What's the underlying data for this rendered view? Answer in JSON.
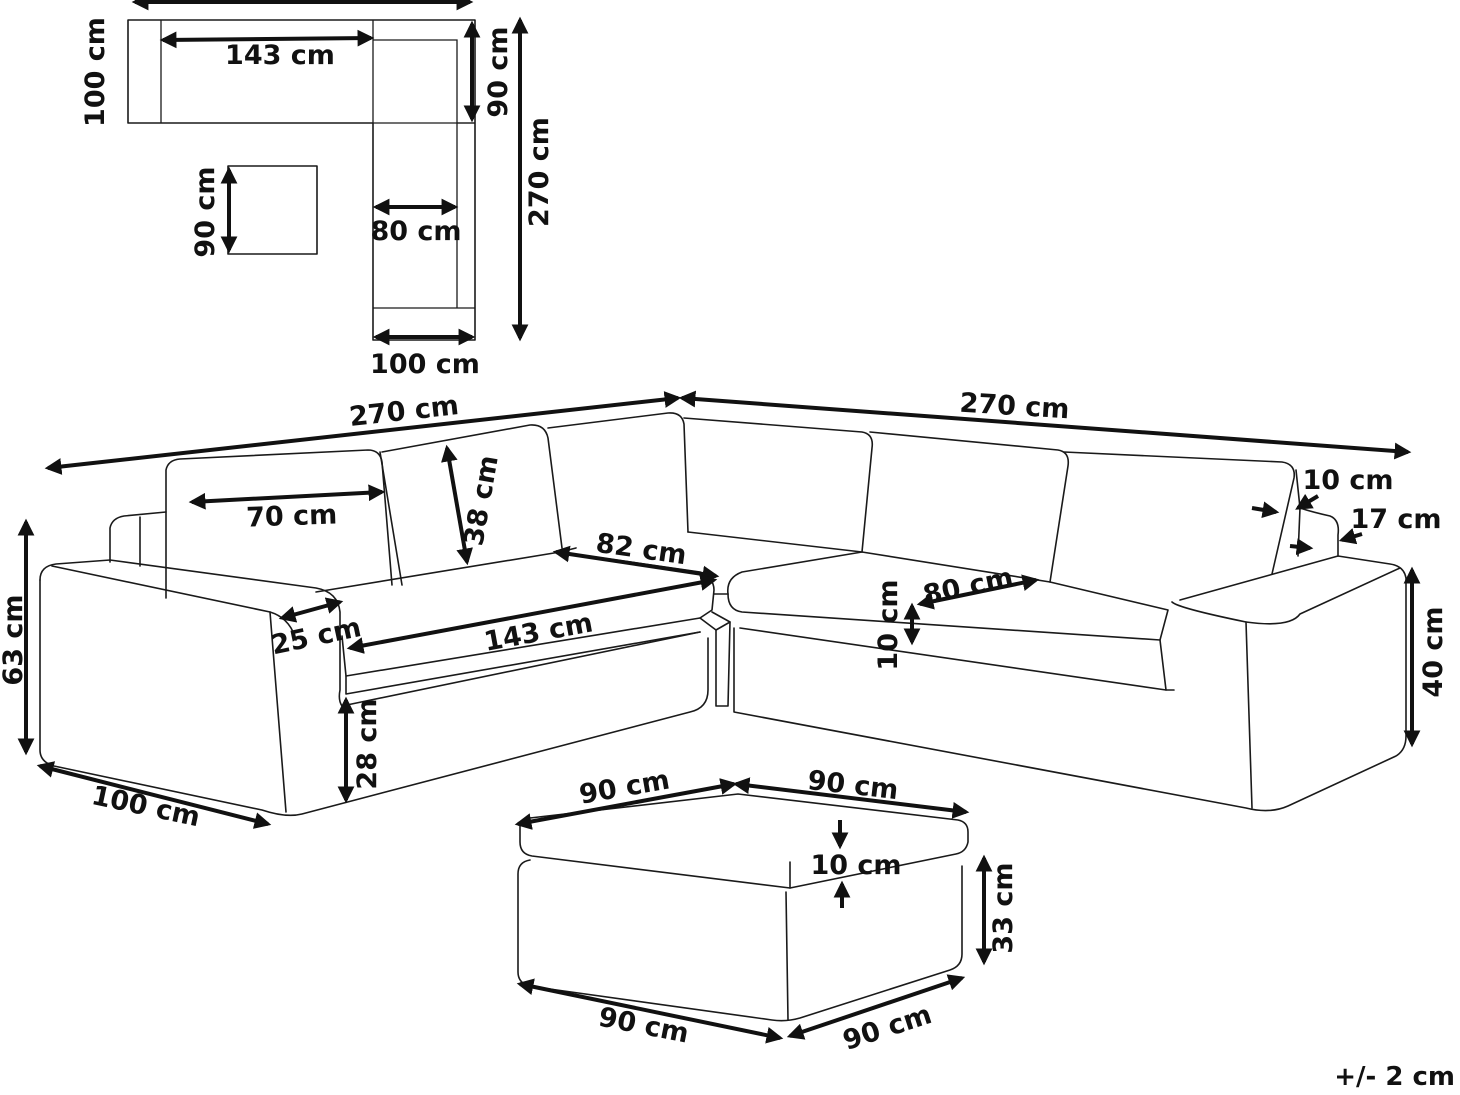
{
  "plan": {
    "dim_top": "",
    "seat_width": "143 cm",
    "depth_left": "100 cm",
    "depth_corner": "90 cm",
    "total_length": "270 cm",
    "ottoman_size": "90 cm",
    "seat_depth": "80 cm",
    "bottom_width": "100 cm"
  },
  "sofa": {
    "length_left": "270 cm",
    "length_right": "270 cm",
    "cushion_width": "70 cm",
    "cushion_height": "38 cm",
    "corner_depth": "82 cm",
    "armrest_width": "25 cm",
    "seat_width": "143 cm",
    "seat_depth": "80 cm",
    "seat_thickness": "10 cm",
    "back_thickness": "10 cm",
    "arm_thickness": "17 cm",
    "total_height": "63 cm",
    "arm_height": "40 cm",
    "seat_height": "28 cm",
    "depth": "100 cm"
  },
  "ottoman": {
    "width_left": "90 cm",
    "width_right": "90 cm",
    "cushion_thickness": "10 cm",
    "base_height": "33 cm",
    "bottom_left": "90 cm",
    "bottom_right": "90 cm"
  },
  "tolerance": "+/- 2 cm"
}
